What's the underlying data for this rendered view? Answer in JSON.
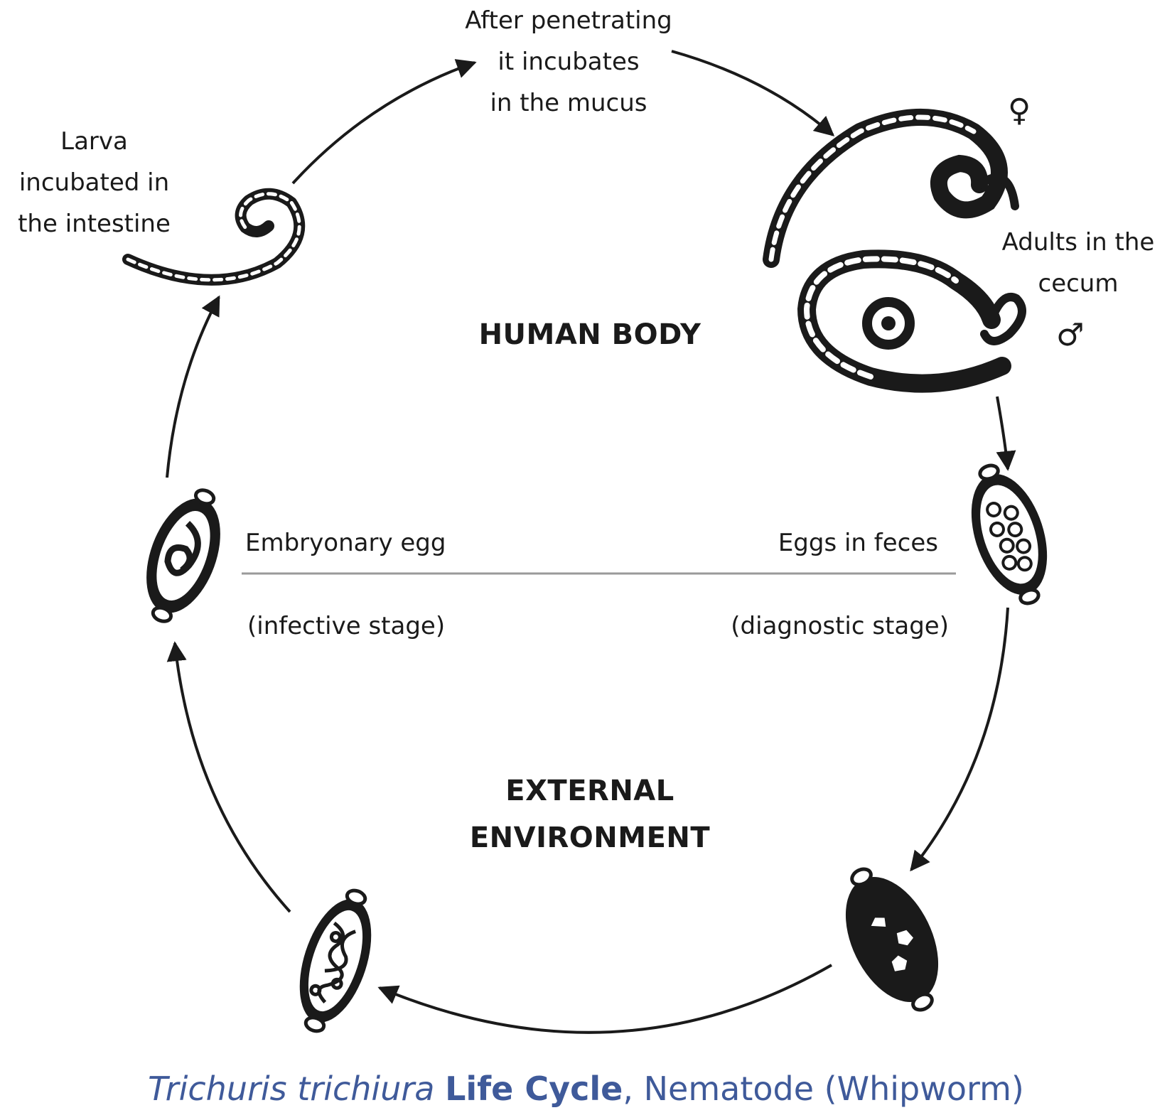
{
  "stages": {
    "penetrating": [
      "After penetrating",
      "it incubates",
      "in the mucus"
    ],
    "larva": [
      "Larva",
      "incubated in",
      "the intestine"
    ],
    "adults": [
      "Adults in the",
      "cecum"
    ],
    "embryonary": "Embryonary egg",
    "infective": "(infective stage)",
    "eggs_feces": "Eggs in feces",
    "diagnostic": "(diagnostic stage)"
  },
  "regions": {
    "human_body": "HUMAN BODY",
    "external": [
      "EXTERNAL",
      "ENVIRONMENT"
    ]
  },
  "symbols": {
    "female": "♀",
    "male": "♂"
  },
  "caption": {
    "species": "Trichuris trichiura",
    "bold": "Life Cycle",
    "rest": ", Nematode (Whipworm)"
  },
  "colors": {
    "caption": "#3f5a9a",
    "ink": "#1a1a1a"
  }
}
